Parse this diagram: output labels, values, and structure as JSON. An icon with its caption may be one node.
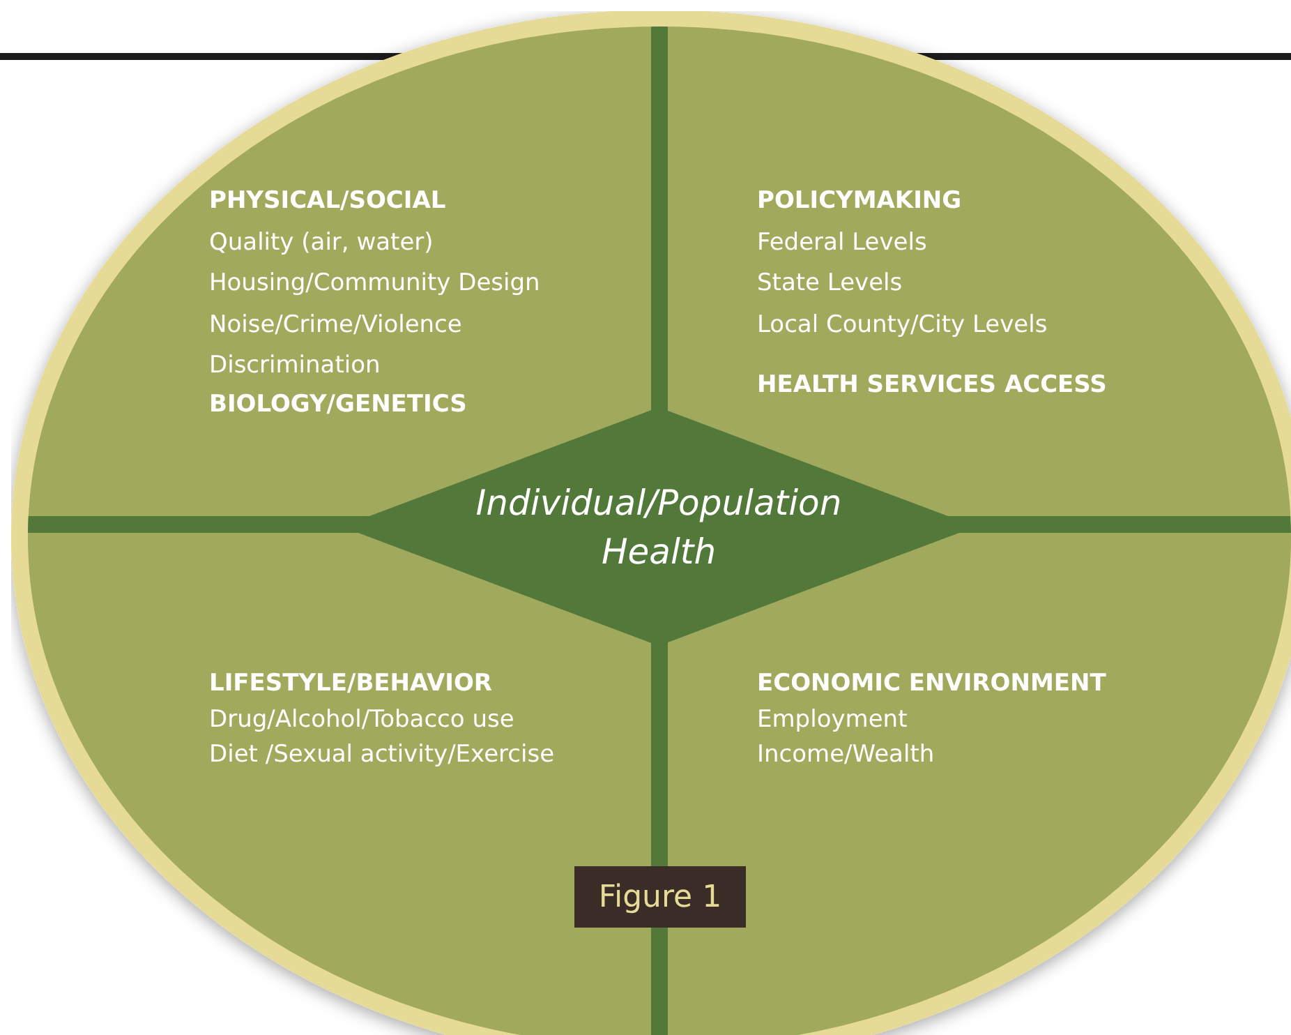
{
  "diagram": {
    "caption": "Figure 1",
    "nodes": [
      {
        "text": [],
        "shape": "circle"
      },
      {
        "text": [
          "PHYSICAL/SOCIAL",
          "Quality (air, water)",
          "Housing/Community Design",
          "Noise/Crime/Violence",
          "Discrimination"
        ],
        "in": 0
      },
      {
        "text": [
          "BIOLOGY/GENETICS"
        ],
        "in": 0
      },
      {
        "text": [
          "POLICYMAKING",
          "Federal Levels",
          "State Levels",
          "Local County/City Levels"
        ],
        "in": 0
      },
      {
        "text": [
          "HEALTH SERVICES ACCESS"
        ],
        "in": 0
      },
      {
        "text": [
          "Individual/Population Health"
        ],
        "in": 0
      },
      {
        "text": [
          "LIFESTYLE/BEHAVIOR",
          "Drug/Alcohol/Tobacco use",
          "Diet /Sexual activity/Exercise"
        ],
        "in": 0
      },
      {
        "text": [
          "ECONOMIC ENVIRONMENT",
          "Employment",
          "Income/Wealth"
        ],
        "in": 0
      }
    ]
  }
}
